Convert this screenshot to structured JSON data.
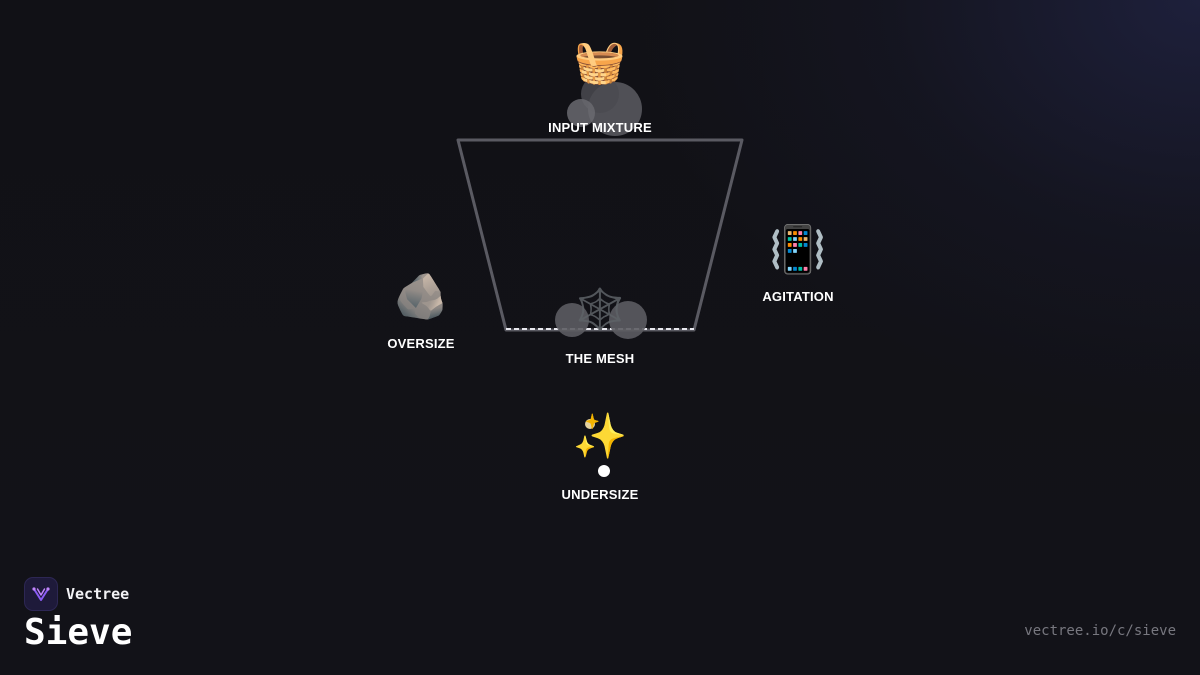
{
  "brand": {
    "name": "Vectree",
    "logo_icon": "vectree-logo-icon",
    "accent": "#8b5cf6"
  },
  "title": "Sieve",
  "url": "vectree.io/c/sieve",
  "diagram": {
    "nodes": {
      "input": {
        "label": "INPUT MIXTURE",
        "icon": "basket-icon",
        "glyph": "🧺"
      },
      "mesh": {
        "label": "THE MESH",
        "icon": "spider-web-icon",
        "glyph": "🕸️"
      },
      "agitation": {
        "label": "AGITATION",
        "icon": "vibrating-phone-icon",
        "glyph": "📳"
      },
      "oversize": {
        "label": "OVERSIZE",
        "icon": "rock-icon",
        "glyph": "🪨"
      },
      "undersize": {
        "label": "UNDERSIZE",
        "icon": "sparkles-icon",
        "glyph": "✨"
      }
    },
    "colors": {
      "frame": "#5a5a62",
      "particle": "#5c5c62",
      "fine_particle": "#ffffff",
      "background": "#111116"
    }
  }
}
